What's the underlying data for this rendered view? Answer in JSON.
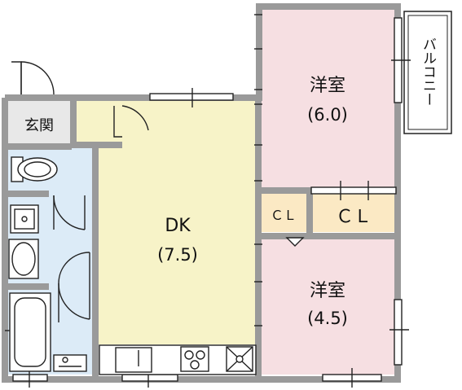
{
  "plan": {
    "colors": {
      "dk_floor": "#f7f3c8",
      "bedroom_floor": "#f6dfe2",
      "closet_floor": "#fbe9c4",
      "wet_floor": "#dcebf7",
      "entry_floor": "#e8e8e8",
      "wall": "#9a9a9a",
      "line": "#222222"
    },
    "rooms": {
      "bedroom_large": {
        "name": "洋室",
        "size": "(6.0)"
      },
      "bedroom_small": {
        "name": "洋室",
        "size": "(4.5)"
      },
      "dk": {
        "name": "DK",
        "size": "(7.5)"
      },
      "closet_left": {
        "label": "ＣＬ"
      },
      "closet_right": {
        "label": "ＣＬ"
      },
      "entrance": {
        "label": "玄関"
      },
      "balcony": {
        "label": "バルコニー"
      }
    },
    "icons": [
      "toilet-icon",
      "washing-machine-pan-icon",
      "washbasin-icon",
      "bathtub-icon",
      "kitchen-sink-icon",
      "gas-stove-icon",
      "range-hood-icon",
      "door-swing-icon",
      "window-icon"
    ]
  }
}
